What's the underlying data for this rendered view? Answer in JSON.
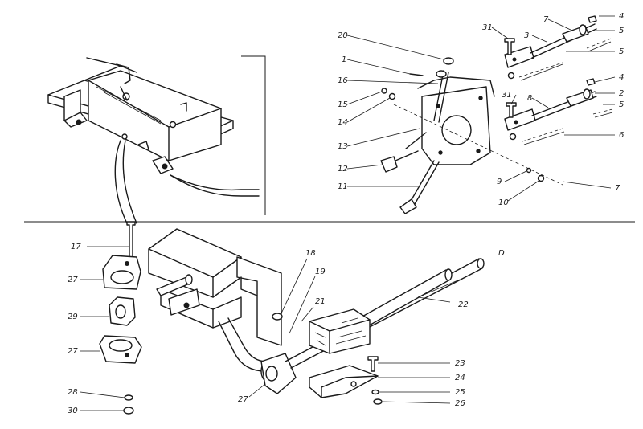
{
  "figure": {
    "corner_label": "D",
    "callouts_top": [
      {
        "id": "c20",
        "text": "20"
      },
      {
        "id": "c1",
        "text": "1"
      },
      {
        "id": "c16",
        "text": "16"
      },
      {
        "id": "c15",
        "text": "15"
      },
      {
        "id": "c14",
        "text": "14"
      },
      {
        "id": "c13",
        "text": "13"
      },
      {
        "id": "c12",
        "text": "12"
      },
      {
        "id": "c11",
        "text": "11"
      },
      {
        "id": "c31a",
        "text": "31"
      },
      {
        "id": "c7a",
        "text": "7"
      },
      {
        "id": "c4a",
        "text": "4"
      },
      {
        "id": "c3",
        "text": "3"
      },
      {
        "id": "c5a",
        "text": "5"
      },
      {
        "id": "c5b",
        "text": "5"
      },
      {
        "id": "c31b",
        "text": "31"
      },
      {
        "id": "c8",
        "text": "8"
      },
      {
        "id": "c4b",
        "text": "4"
      },
      {
        "id": "c2",
        "text": "2"
      },
      {
        "id": "c5c",
        "text": "5"
      },
      {
        "id": "c6",
        "text": "6"
      },
      {
        "id": "c9",
        "text": "9"
      },
      {
        "id": "c10",
        "text": "10"
      },
      {
        "id": "c7b",
        "text": "7"
      }
    ],
    "callouts_bottom": [
      {
        "id": "c17",
        "text": "17"
      },
      {
        "id": "c27a",
        "text": "27"
      },
      {
        "id": "c29",
        "text": "29"
      },
      {
        "id": "c27b",
        "text": "27"
      },
      {
        "id": "c28",
        "text": "28"
      },
      {
        "id": "c30",
        "text": "30"
      },
      {
        "id": "c18",
        "text": "18"
      },
      {
        "id": "c19",
        "text": "19"
      },
      {
        "id": "c21",
        "text": "21"
      },
      {
        "id": "c22",
        "text": "22"
      },
      {
        "id": "c27c",
        "text": "27"
      },
      {
        "id": "c23",
        "text": "23"
      },
      {
        "id": "c24",
        "text": "24"
      },
      {
        "id": "c25",
        "text": "25"
      },
      {
        "id": "c26",
        "text": "26"
      }
    ]
  }
}
